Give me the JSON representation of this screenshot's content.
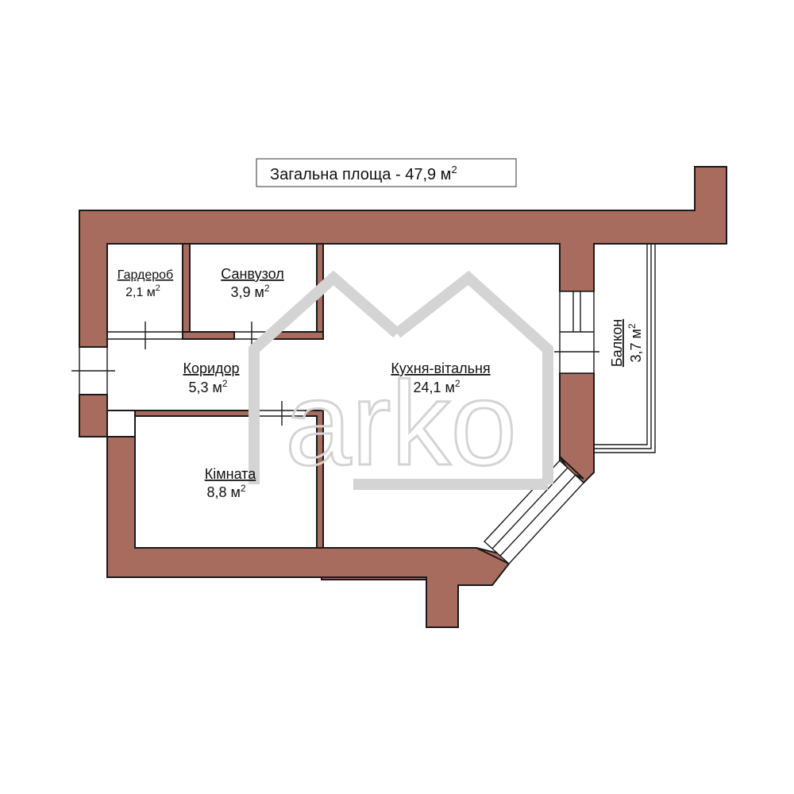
{
  "header": {
    "total_area_label": "Загальна площа - 47,9 м",
    "total_area_sup": "2"
  },
  "rooms": {
    "wardrobe": {
      "name": "Гардероб",
      "area": "2,1 м",
      "sup": "2"
    },
    "bathroom": {
      "name": "Санвузол",
      "area": "3,9 м",
      "sup": "2"
    },
    "corridor": {
      "name": "Коридор",
      "area": "5,3 м",
      "sup": "2"
    },
    "kitchen": {
      "name": "Кухня-вітальня",
      "area": "24,1 м",
      "sup": "2"
    },
    "bedroom": {
      "name": "Кімната",
      "area": "8,8 м",
      "sup": "2"
    },
    "balcony": {
      "name": "Балкон",
      "area": "3,7 м",
      "sup": "2"
    }
  },
  "watermark": {
    "brand": "arko",
    "icon": "house-outline-icon"
  },
  "colors": {
    "wall": "#a86c5f",
    "background": "#ffffff",
    "watermark": "#d9d9d9"
  }
}
